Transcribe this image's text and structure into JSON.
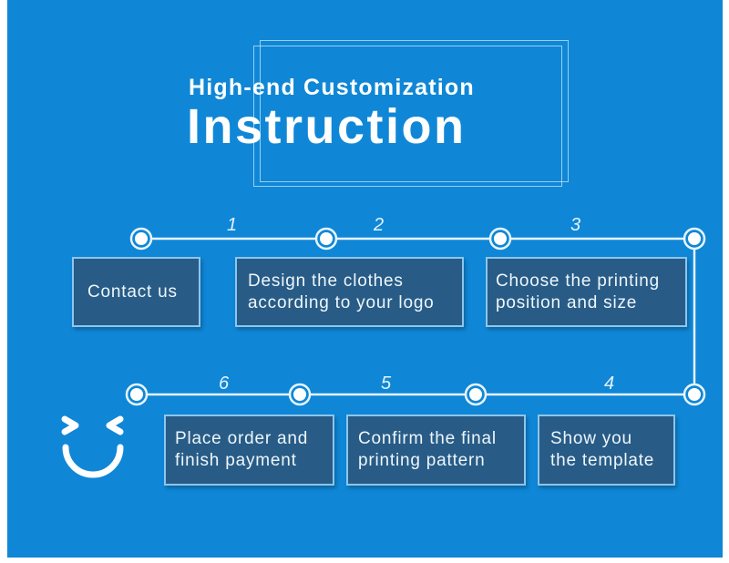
{
  "header": {
    "subtitle": "High-end Customization",
    "title": "Instruction"
  },
  "steps": [
    {
      "number": "1",
      "lines": [
        "Contact us"
      ]
    },
    {
      "number": "2",
      "lines": [
        "Design the clothes",
        "according to your logo"
      ]
    },
    {
      "number": "3",
      "lines": [
        "Choose the printing",
        "position and size"
      ]
    },
    {
      "number": "4",
      "lines": [
        "Show you",
        "the template"
      ]
    },
    {
      "number": "5",
      "lines": [
        "Confirm the final",
        "printing pattern"
      ]
    },
    {
      "number": "6",
      "lines": [
        "Place order and",
        "finish payment"
      ]
    }
  ],
  "colors": {
    "background": "#0f87d6",
    "box": "#285c86",
    "box_border": "#8cc6ee",
    "line": "#ffffff"
  }
}
